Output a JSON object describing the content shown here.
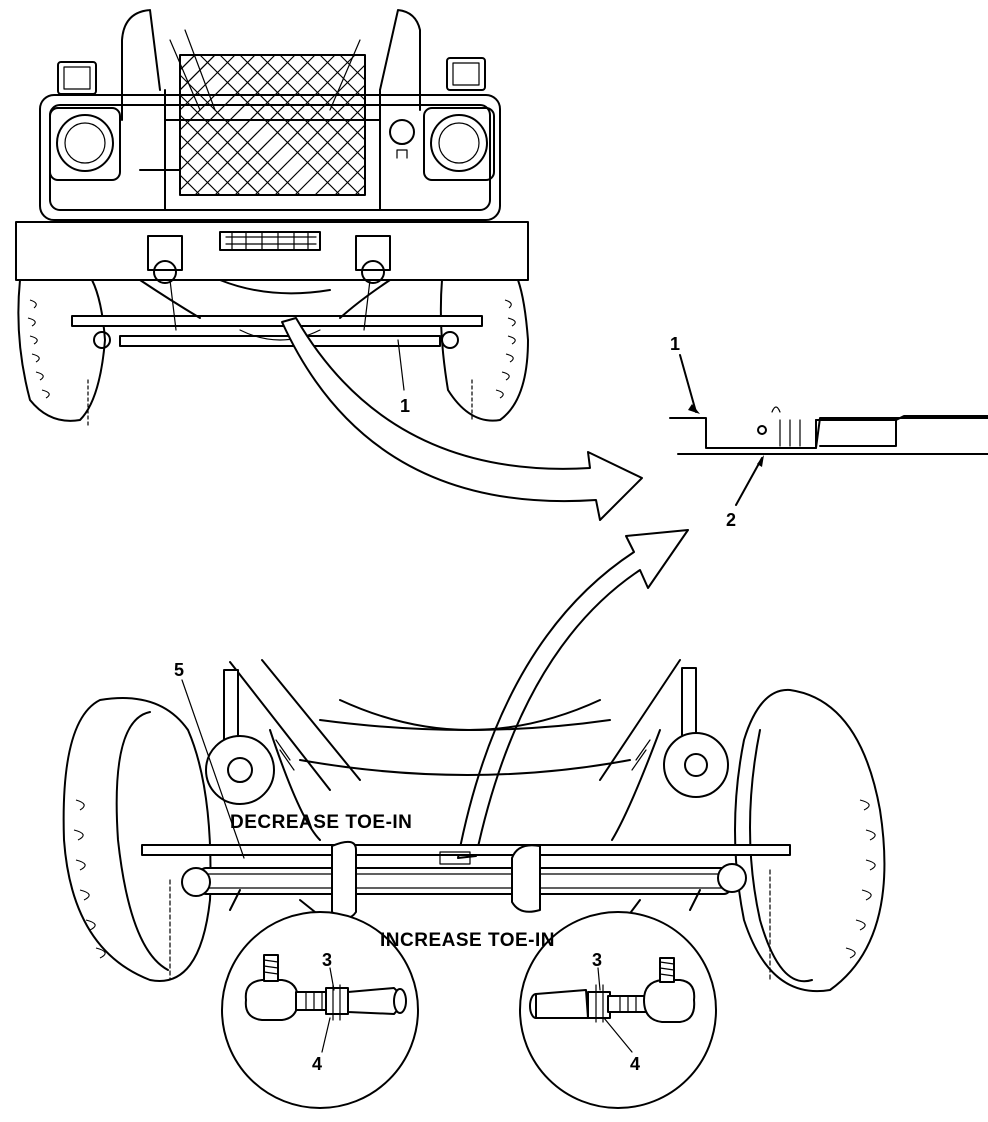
{
  "labels": {
    "decrease": "DECREASE TOE-IN",
    "increase": "INCREASE TOE-IN"
  },
  "callouts": {
    "c1_top": "1",
    "c1_detail": "1",
    "c2_detail": "2",
    "c3_left": "3",
    "c4_left": "4",
    "c3_right": "3",
    "c4_right": "4",
    "c5": "5"
  }
}
